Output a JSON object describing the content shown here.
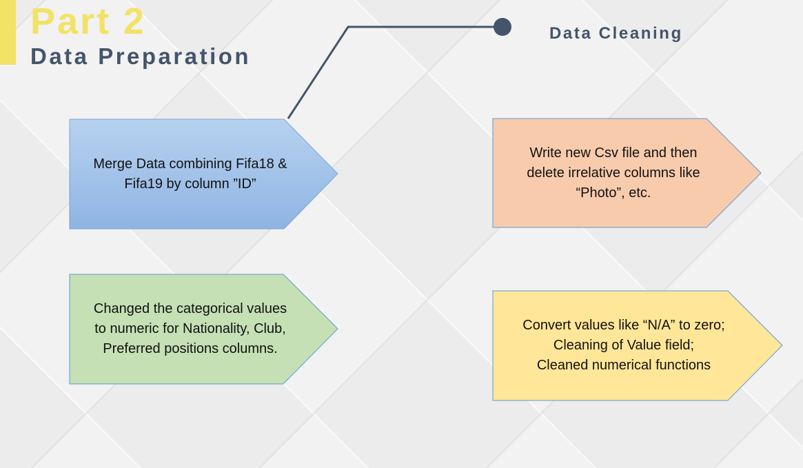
{
  "header": {
    "part_label": "Part 2",
    "section_title": "Data Preparation"
  },
  "connector": {
    "label": "Data Cleaning"
  },
  "steps": [
    {
      "text": "Merge Data combining Fifa18 &\nFifa19 by column ”ID”",
      "color": "#9dc3e6"
    },
    {
      "text": "Write new Csv file and then\ndelete irrelative columns like\n“Photo”, etc.",
      "color": "#f8cbad"
    },
    {
      "text": "Changed the categorical values\nto numeric for Nationality, Club,\nPreferred positions columns.",
      "color": "#c5e0b4"
    },
    {
      "text": "Convert values like “N/A” to zero;\nCleaning of Value field;\nCleaned numerical functions",
      "color": "#ffe699"
    }
  ],
  "colors": {
    "accent": "#f2e267",
    "title_dark": "#44546a",
    "background": "#ececec"
  }
}
